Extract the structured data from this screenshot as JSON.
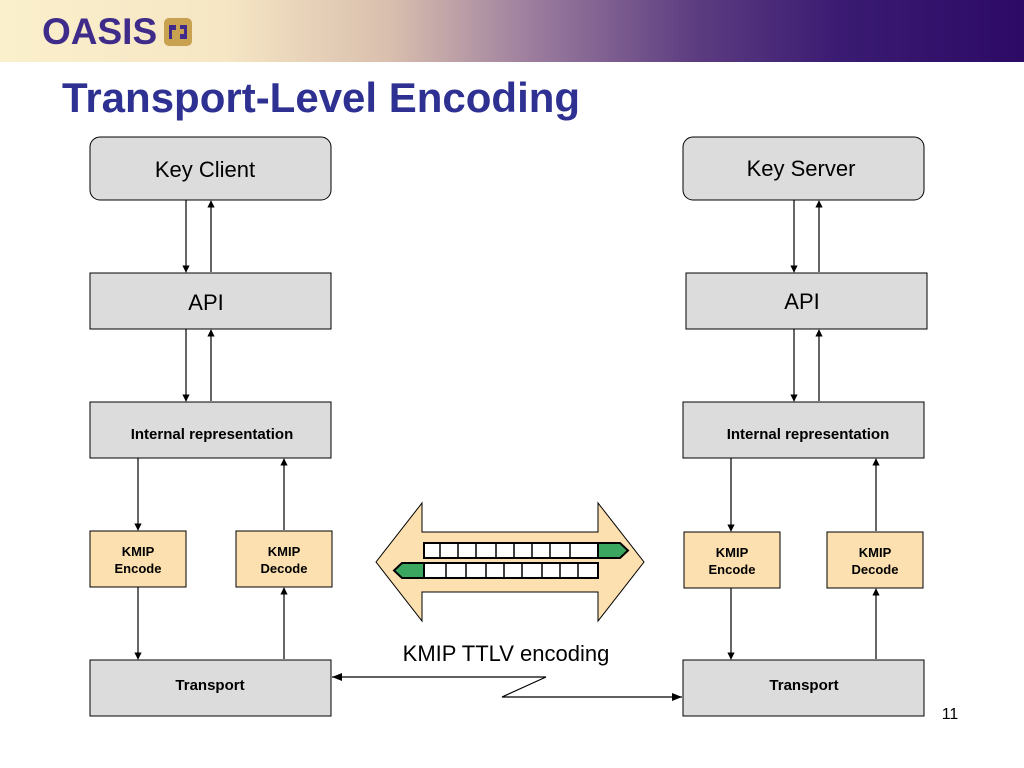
{
  "header": {
    "logo_text": "OASIS",
    "colors": {
      "logo": "#3e2b8a",
      "logo_accent": "#c8a250",
      "band_dark": "#2c0a66",
      "band_light": "#fbf0cc"
    }
  },
  "slide": {
    "title": "Transport-Level Encoding",
    "title_color": "#2e3192",
    "page_number": "11"
  },
  "diagram": {
    "client": {
      "key_client": "Key Client",
      "api": "API",
      "internal": "Internal representation",
      "encode": [
        "KMIP",
        "Encode"
      ],
      "decode": [
        "KMIP",
        "Decode"
      ],
      "transport": "Transport"
    },
    "server": {
      "key_server": "Key Server",
      "api": "API",
      "internal": "Internal representation",
      "encode": [
        "KMIP",
        "Encode"
      ],
      "decode": [
        "KMIP",
        "Decode"
      ],
      "transport": "Transport"
    },
    "center_label": "KMIP TTLV encoding",
    "colors": {
      "box_fill": "#dcdcdc",
      "kmip_fill": "#fde0b0",
      "arrow_fill": "#fde0b0",
      "packet_head": "#3aa660"
    }
  }
}
